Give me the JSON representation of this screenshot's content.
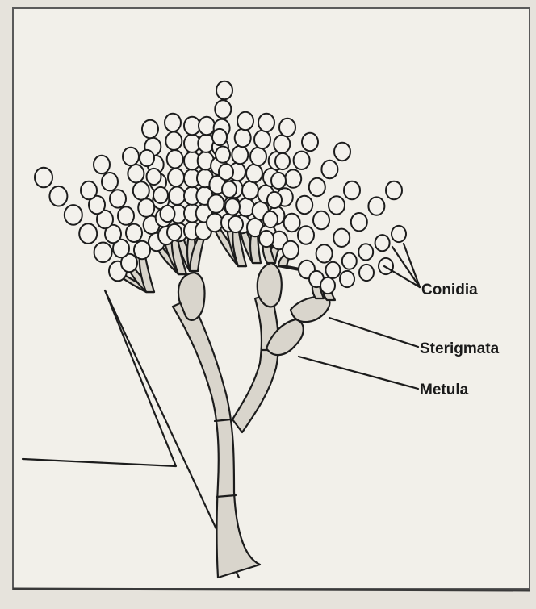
{
  "diagram": {
    "labels": {
      "conidia": "Conidia",
      "sterigmata": "Sterigmata",
      "metula": "Metula"
    }
  }
}
